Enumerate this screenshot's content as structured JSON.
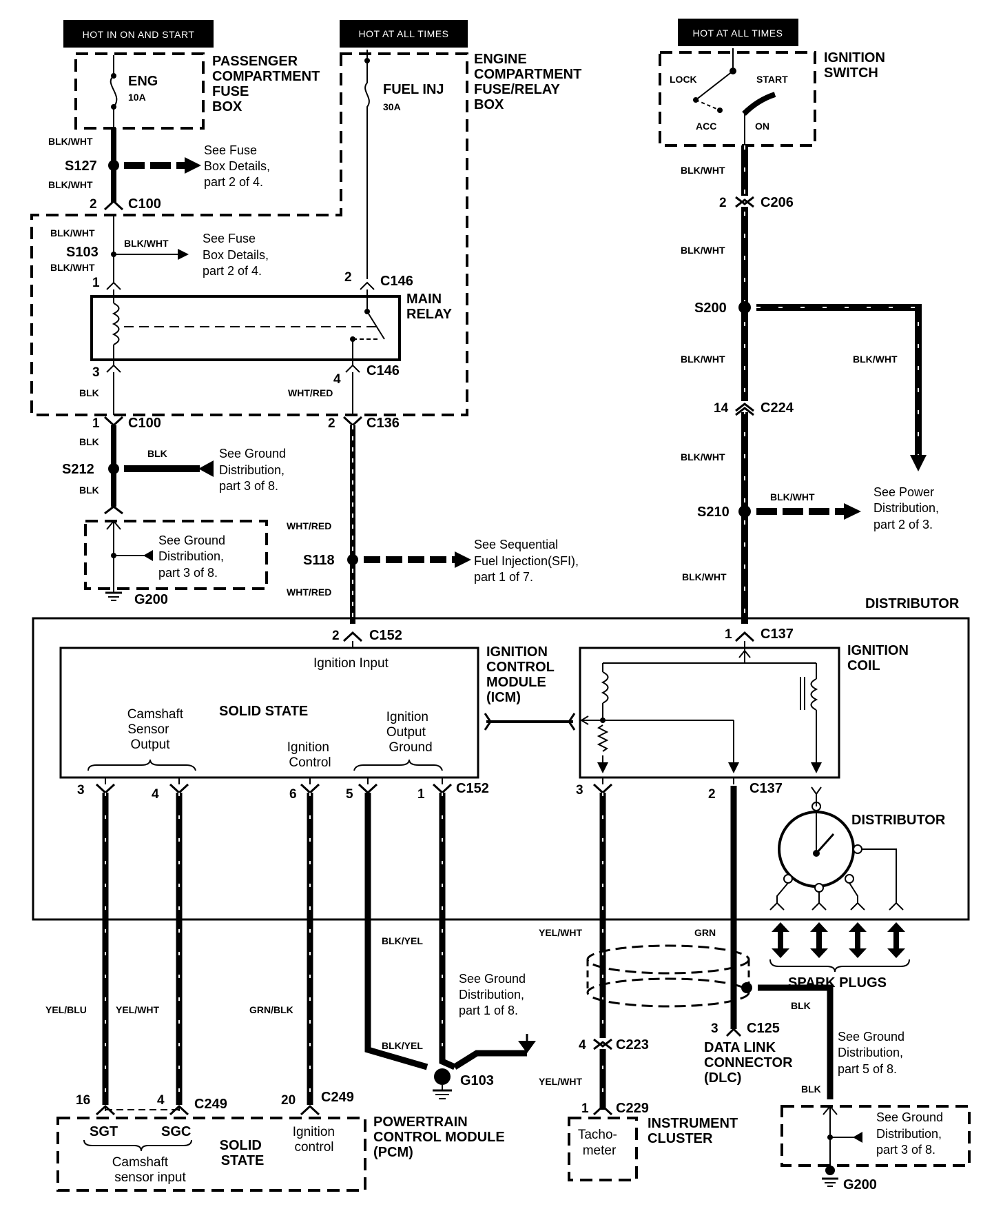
{
  "headers": {
    "hot_on_start": "HOT IN ON AND START",
    "hot_all_times_1": "HOT AT ALL TIMES",
    "hot_all_times_2": "HOT AT ALL TIMES"
  },
  "components": {
    "pass_fuse_box": [
      "PASSENGER",
      "COMPARTMENT",
      "FUSE",
      "BOX"
    ],
    "eng_fuse": "ENG",
    "eng_fuse_rating": "10A",
    "fuel_inj_fuse": "FUEL INJ",
    "fuel_inj_rating": "30A",
    "engine_fuse_box": [
      "ENGINE",
      "COMPARTMENT",
      "FUSE/RELAY",
      "BOX"
    ],
    "ignition_switch": [
      "IGNITION",
      "SWITCH"
    ],
    "switch_lock": "LOCK",
    "switch_start": "START",
    "switch_acc": "ACC",
    "switch_on": "ON",
    "main_relay": [
      "MAIN",
      "RELAY"
    ],
    "distributor_box": "DISTRIBUTOR",
    "icm": [
      "IGNITION",
      "CONTROL",
      "MODULE",
      "(ICM)"
    ],
    "ignition_coil": [
      "IGNITION",
      "COIL"
    ],
    "distributor": "DISTRIBUTOR",
    "spark_plugs": "SPARK PLUGS",
    "dlc": [
      "DATA LINK",
      "CONNECTOR",
      "(DLC)"
    ],
    "pcm": [
      "POWERTRAIN",
      "CONTROL MODULE",
      "(PCM)"
    ],
    "instrument_cluster": [
      "INSTRUMENT",
      "CLUSTER"
    ],
    "tachometer": [
      "Tacho-",
      "meter"
    ],
    "ground_g200_a": "G200",
    "ground_g200_b": "G200",
    "ground_g103": "G103"
  },
  "icm_internal": {
    "ignition_input": "Ignition Input",
    "solid_state": "SOLID STATE",
    "cam_sensor_output": [
      "Camshaft",
      "Sensor",
      "Output"
    ],
    "ignition_control": [
      "Ignition",
      "Control"
    ],
    "ignition_output_ground": [
      "Ignition",
      "Output",
      "Ground"
    ]
  },
  "pcm_internal": {
    "sgt": "SGT",
    "sgc": "SGC",
    "cam_sensor_input": [
      "Camshaft",
      "sensor input"
    ],
    "solid_state": [
      "SOLID",
      "STATE"
    ],
    "ignition_control": [
      "Ignition",
      "control"
    ]
  },
  "connectors": {
    "c100_top": "C100",
    "c100_bot": "C100",
    "c146_top": "C146",
    "c146_bot": "C146",
    "c136": "C136",
    "c152_top": "C152",
    "c152_bot": "C152",
    "c206": "C206",
    "c224": "C224",
    "c137_top": "C137",
    "c137_bot": "C137",
    "c125": "C125",
    "c223": "C223",
    "c229": "C229",
    "c249_a": "C249",
    "c249_b": "C249"
  },
  "splices": {
    "s127": "S127",
    "s103": "S103",
    "s212": "S212",
    "s118": "S118",
    "s200": "S200",
    "s210": "S210"
  },
  "pins": {
    "c100_top": "2",
    "c100_bot": "1",
    "relay_1": "1",
    "relay_3": "3",
    "c146_2": "2",
    "c146_4": "4",
    "c136": "2",
    "c152_top": "2",
    "c206": "2",
    "c224": "14",
    "c137_top": "1",
    "icm_3": "3",
    "icm_4": "4",
    "icm_6": "6",
    "icm_5": "5",
    "icm_1": "1",
    "coil_3": "3",
    "coil_2": "2",
    "c125": "3",
    "c223": "4",
    "c229": "1",
    "pcm_16": "16",
    "pcm_4": "4",
    "pcm_20": "20"
  },
  "wires": {
    "blk_wht": "BLK/WHT",
    "blk": "BLK",
    "wht_red": "WHT/RED",
    "yel_blu": "YEL/BLU",
    "yel_wht": "YEL/WHT",
    "grn_blk": "GRN/BLK",
    "blk_yel": "BLK/YEL",
    "grn": "GRN"
  },
  "notes": {
    "fuse_details_1": [
      "See Fuse",
      "Box Details,",
      "part 2 of 4."
    ],
    "fuse_details_2": [
      "See Fuse",
      "Box Details,",
      "part 2 of 4."
    ],
    "ground_dist_s212": [
      "See Ground",
      "Distribution,",
      "part 3 of 8."
    ],
    "ground_dist_g200": [
      "See Ground",
      "Distribution,",
      "part 3 of 8."
    ],
    "sfi": [
      "See Sequential",
      "Fuel Injection(SFI),",
      "part 1 of 7."
    ],
    "power_dist": [
      "See Power",
      "Distribution,",
      "part 2 of 3."
    ],
    "ground_dist_g103": [
      "See Ground",
      "Distribution,",
      "part 1 of 8."
    ],
    "ground_dist_dlc": [
      "See Ground",
      "Distribution,",
      "part 5 of 8."
    ],
    "ground_dist_g200b": [
      "See Ground",
      "Distribution,",
      "part 3 of 8."
    ]
  }
}
